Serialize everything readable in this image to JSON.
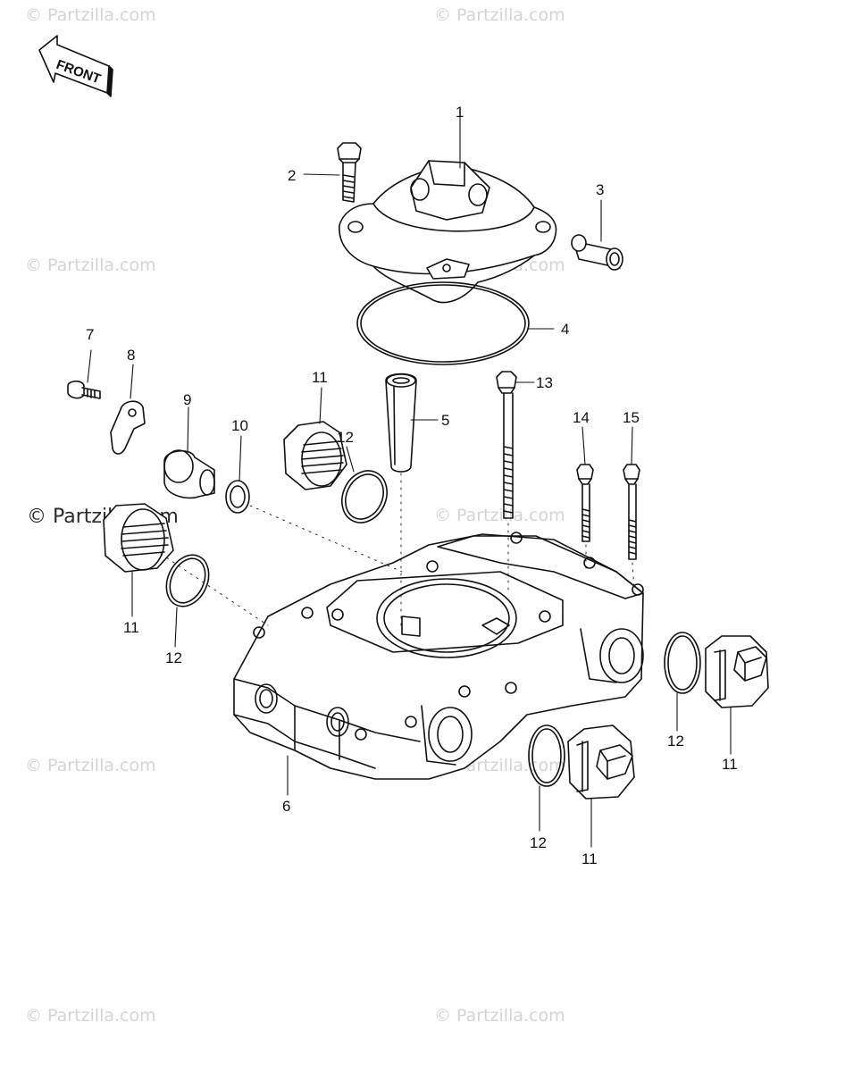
{
  "watermark": {
    "text": "© Partzilla.com",
    "color": "#d4d4d4",
    "strong_color": "#2a2a2a"
  },
  "orientation": {
    "label": "FRONT"
  },
  "callouts": {
    "c1": "1",
    "c2": "2",
    "c3": "3",
    "c4": "4",
    "c5": "5",
    "c6": "6",
    "c7": "7",
    "c8": "8",
    "c9": "9",
    "c10": "10",
    "c11a": "11",
    "c11b": "11",
    "c11c": "11",
    "c11d": "11",
    "c12a": "12",
    "c12b": "12",
    "c12c": "12",
    "c12d": "12",
    "c13": "13",
    "c14": "14",
    "c15": "15"
  }
}
